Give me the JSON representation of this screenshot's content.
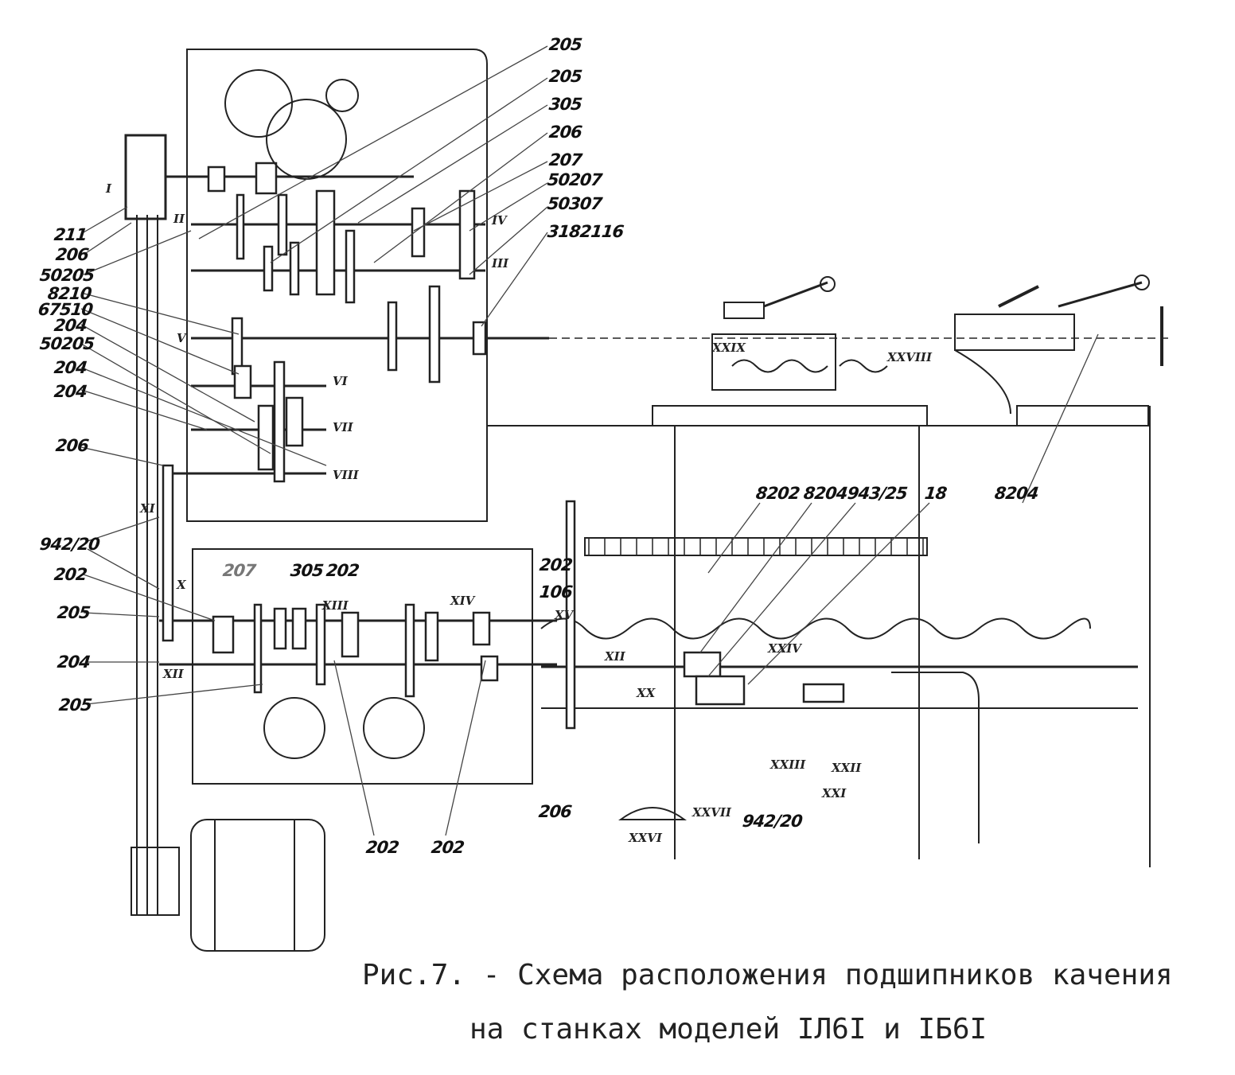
{
  "caption": {
    "line1": "Рис.7. - Схема расположения подшипников качения",
    "line2": "на станках моделей IЛ6I и IБ6I"
  },
  "labels_top_right": [
    "205",
    "205",
    "305",
    "206",
    "207",
    "50207",
    "50307",
    "3182116"
  ],
  "labels_left": [
    "211",
    "206",
    "50205",
    "8210",
    "67510",
    "204",
    "50205",
    "204",
    "204",
    "206",
    "942/20",
    "202",
    "205",
    "204",
    "205"
  ],
  "labels_middle": [
    "207",
    "305",
    "202",
    "202",
    "106",
    "202",
    "202",
    "206",
    "942/20"
  ],
  "labels_apron": [
    "8202",
    "8204",
    "943/25",
    "18",
    "8204"
  ],
  "shafts": [
    "I",
    "II",
    "IV",
    "III",
    "V",
    "VI",
    "VII",
    "VIII",
    "XI",
    "X",
    "XII",
    "XIII",
    "XIV",
    "XV",
    "XII",
    "XX",
    "XXIV",
    "XXIII",
    "XXII",
    "XXI",
    "XXVII",
    "XXVI",
    "XXIX",
    "XXVIII"
  ]
}
